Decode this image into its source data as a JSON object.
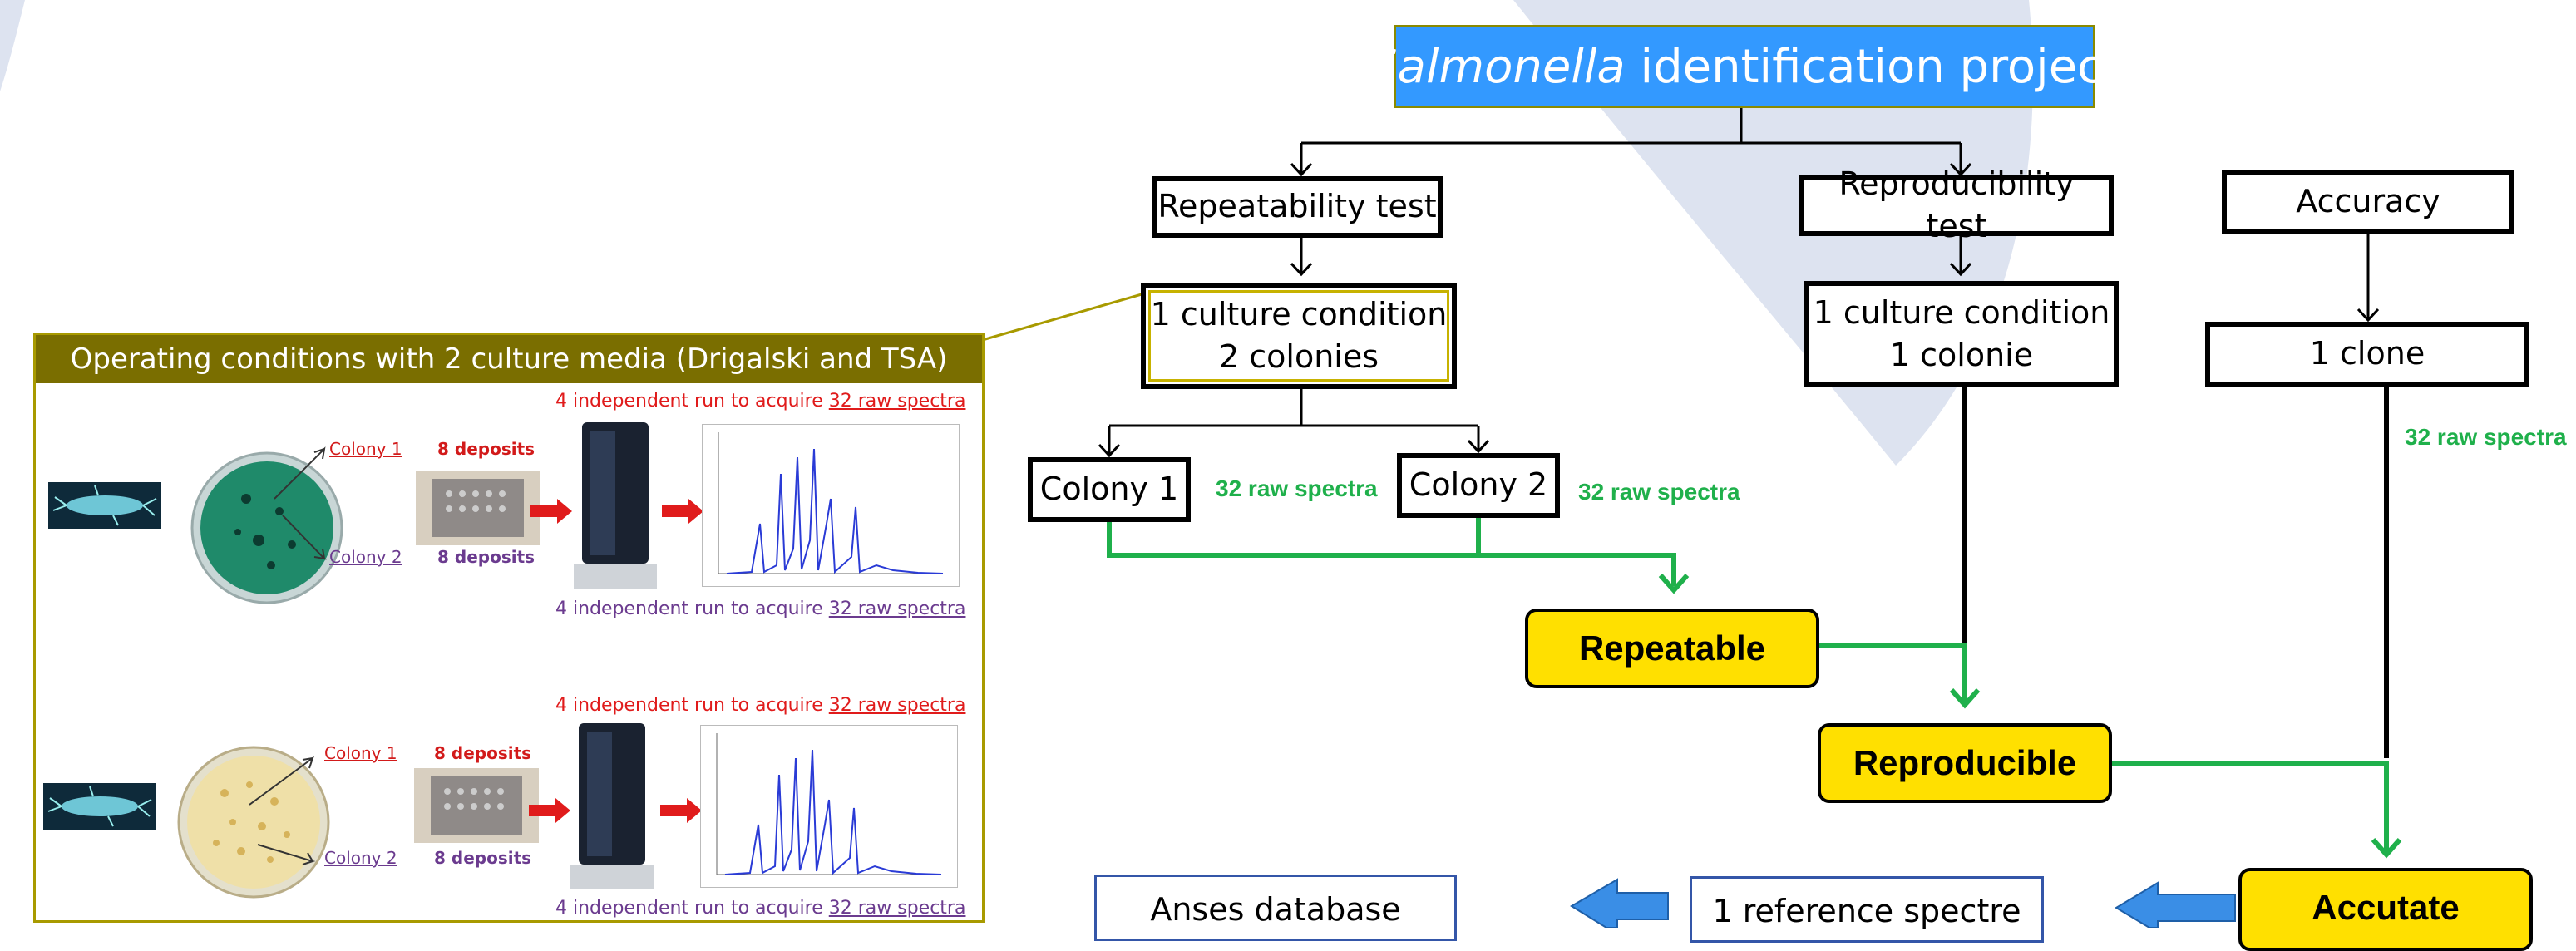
{
  "title": {
    "italic": "Salmonella",
    "rest": " identification project"
  },
  "boxes": {
    "repeatability": "Repeatability test",
    "reproducibility": "Reproducibility test",
    "accuracy": "Accuracy",
    "cond_rep_line1": "1 culture condition",
    "cond_rep_line2": "2 colonies",
    "cond_repro_line1": "1 culture condition",
    "cond_repro_line2": "1 colonie",
    "clone": "1 clone",
    "colony1": "Colony 1",
    "colony2": "Colony 2",
    "anses": "Anses database",
    "reference": "1 reference spectre"
  },
  "results": {
    "repeatable": "Repeatable",
    "reproducible": "Reproducible",
    "accurate": "Accutate"
  },
  "spectra_label": "32 raw spectra",
  "panel": {
    "title": "Operating conditions with 2 culture media (Drigalski and TSA)",
    "run_prefix": "4 independent run to acquire ",
    "run_link": "32 raw spectra",
    "colony1": "Colony 1",
    "colony2": "Colony 2",
    "deposits": "8 deposits"
  },
  "colors": {
    "title_bg": "#3399ff",
    "yellow": "#ffe000",
    "green": "#1fb04b",
    "olive": "#7a6e00",
    "blue_arrow": "#3a8ee6",
    "watermark": "#dde3f0"
  }
}
